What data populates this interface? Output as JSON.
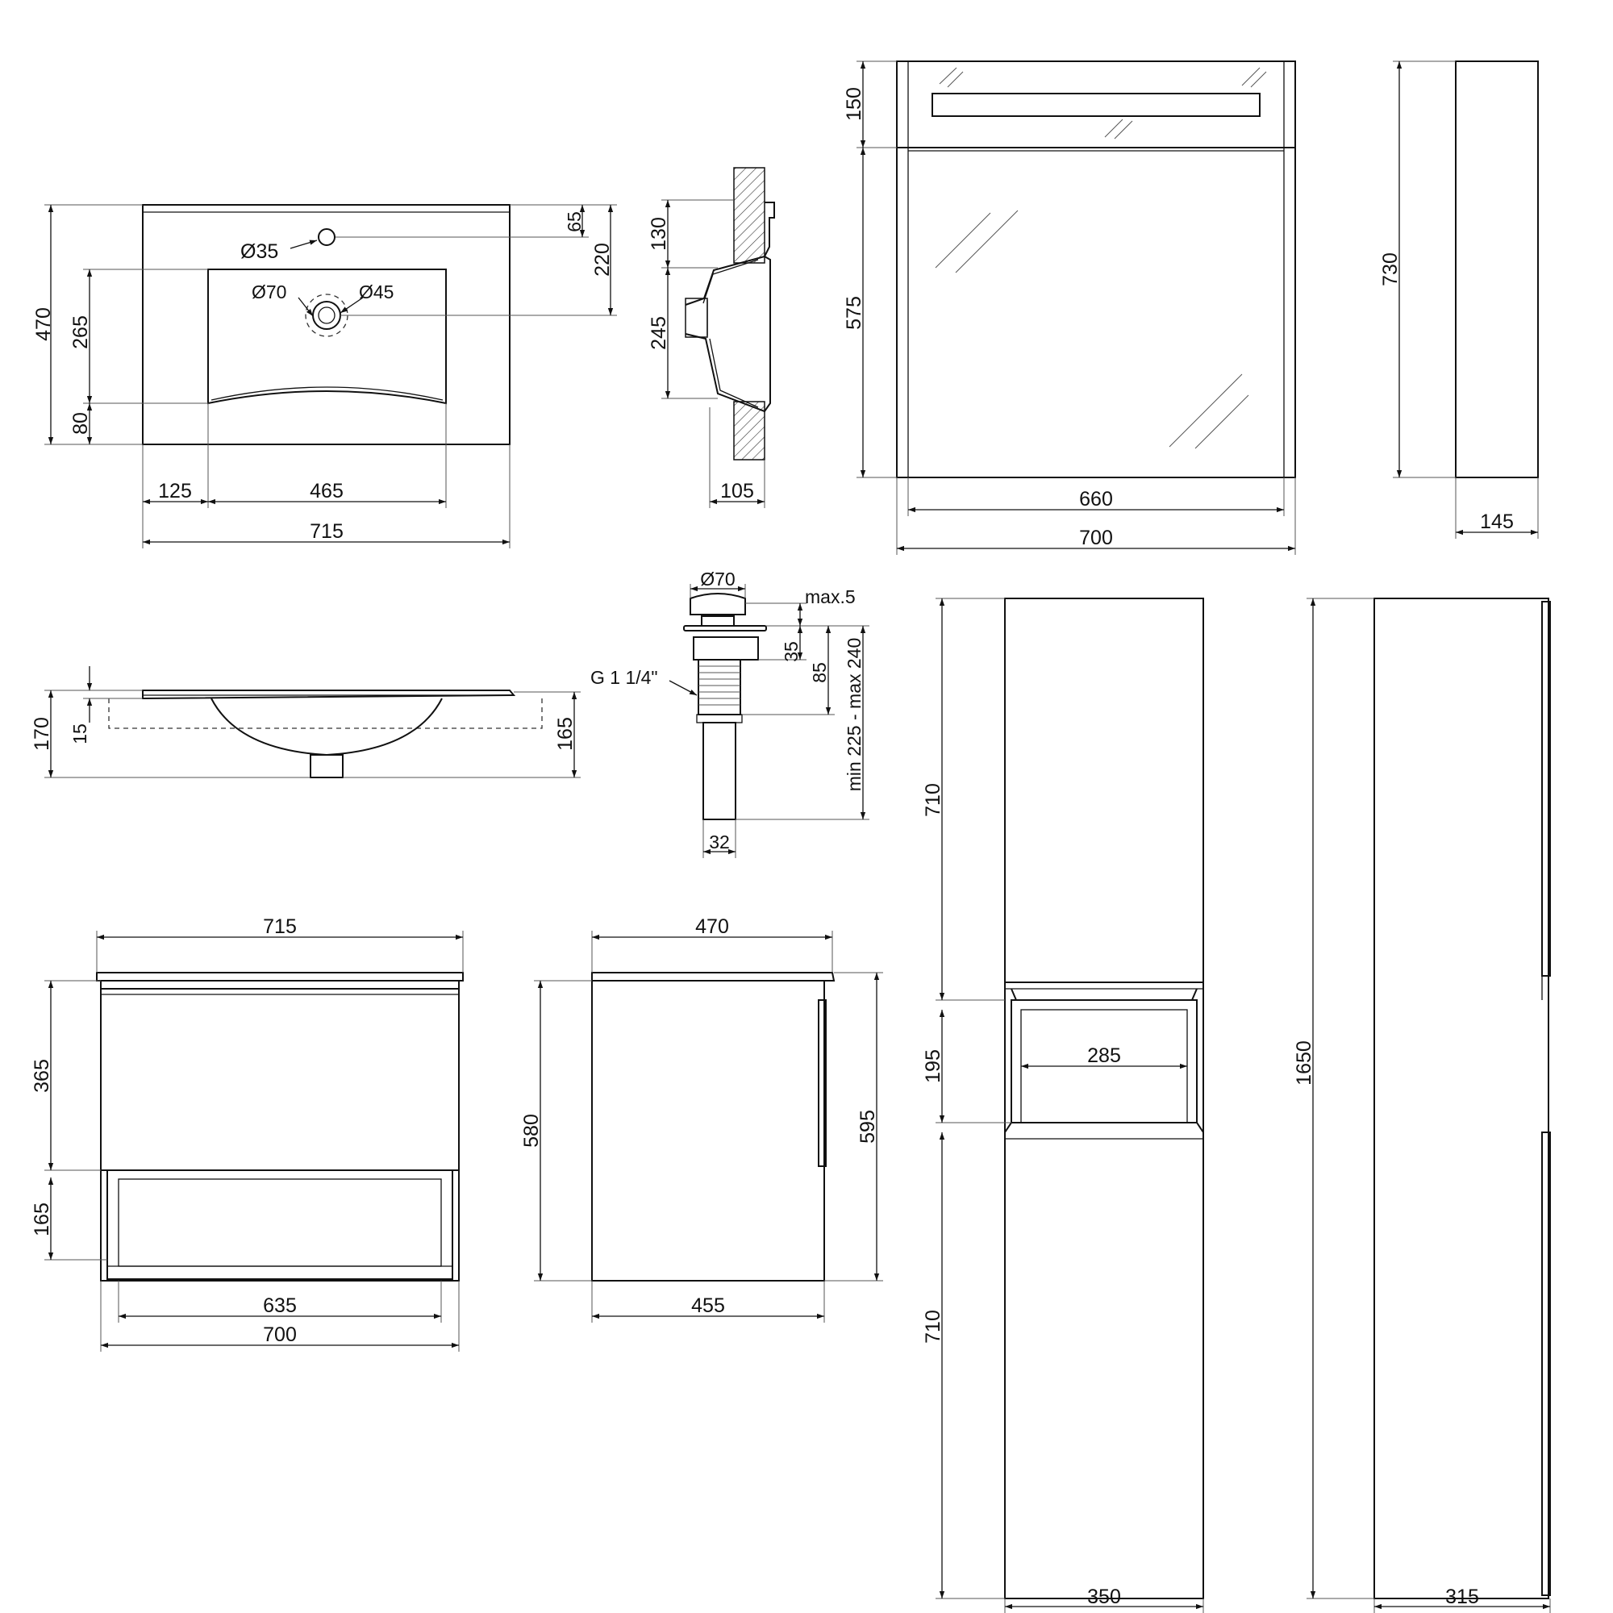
{
  "sink_top": {
    "tap_hole": "Ø35",
    "drain_outer": "Ø70",
    "drain_inner": "Ø45",
    "dim_total_depth": "470",
    "dim_bowl_depth": "265",
    "dim_front_edge": "80",
    "dim_tap_offset": "65",
    "dim_drain_offset": "220",
    "dim_left_margin": "125",
    "dim_bowl_width": "465",
    "dim_total_width": "715"
  },
  "sink_profile": {
    "dim_top": "130",
    "dim_mid": "245",
    "dim_wall": "105"
  },
  "mirror": {
    "dim_lamp": "150",
    "dim_glass": "575",
    "dim_inner_width": "660",
    "dim_width": "700",
    "dim_height": "730",
    "dim_depth": "145"
  },
  "sink_front": {
    "dim_total": "170",
    "dim_slab": "15",
    "dim_bowl": "165"
  },
  "drain": {
    "dim_cap": "Ø70",
    "dim_gap": "max.5",
    "dim_collar": "35",
    "dim_thread_len": "85",
    "thread": "G 1 1/4\"",
    "dim_range": "min 225 - max 240",
    "dim_pipe": "32"
  },
  "vanity_front": {
    "dim_top": "715",
    "dim_drawer": "365",
    "dim_shelf": "165",
    "dim_inner": "635",
    "dim_width": "700"
  },
  "vanity_side": {
    "dim_top": "470",
    "dim_body": "580",
    "dim_total": "595",
    "dim_depth": "455"
  },
  "column_front": {
    "dim_upper": "710",
    "dim_niche": "195",
    "dim_niche_width": "285",
    "dim_lower": "710",
    "dim_width": "350"
  },
  "column_side": {
    "dim_height": "1650",
    "dim_depth": "315"
  }
}
